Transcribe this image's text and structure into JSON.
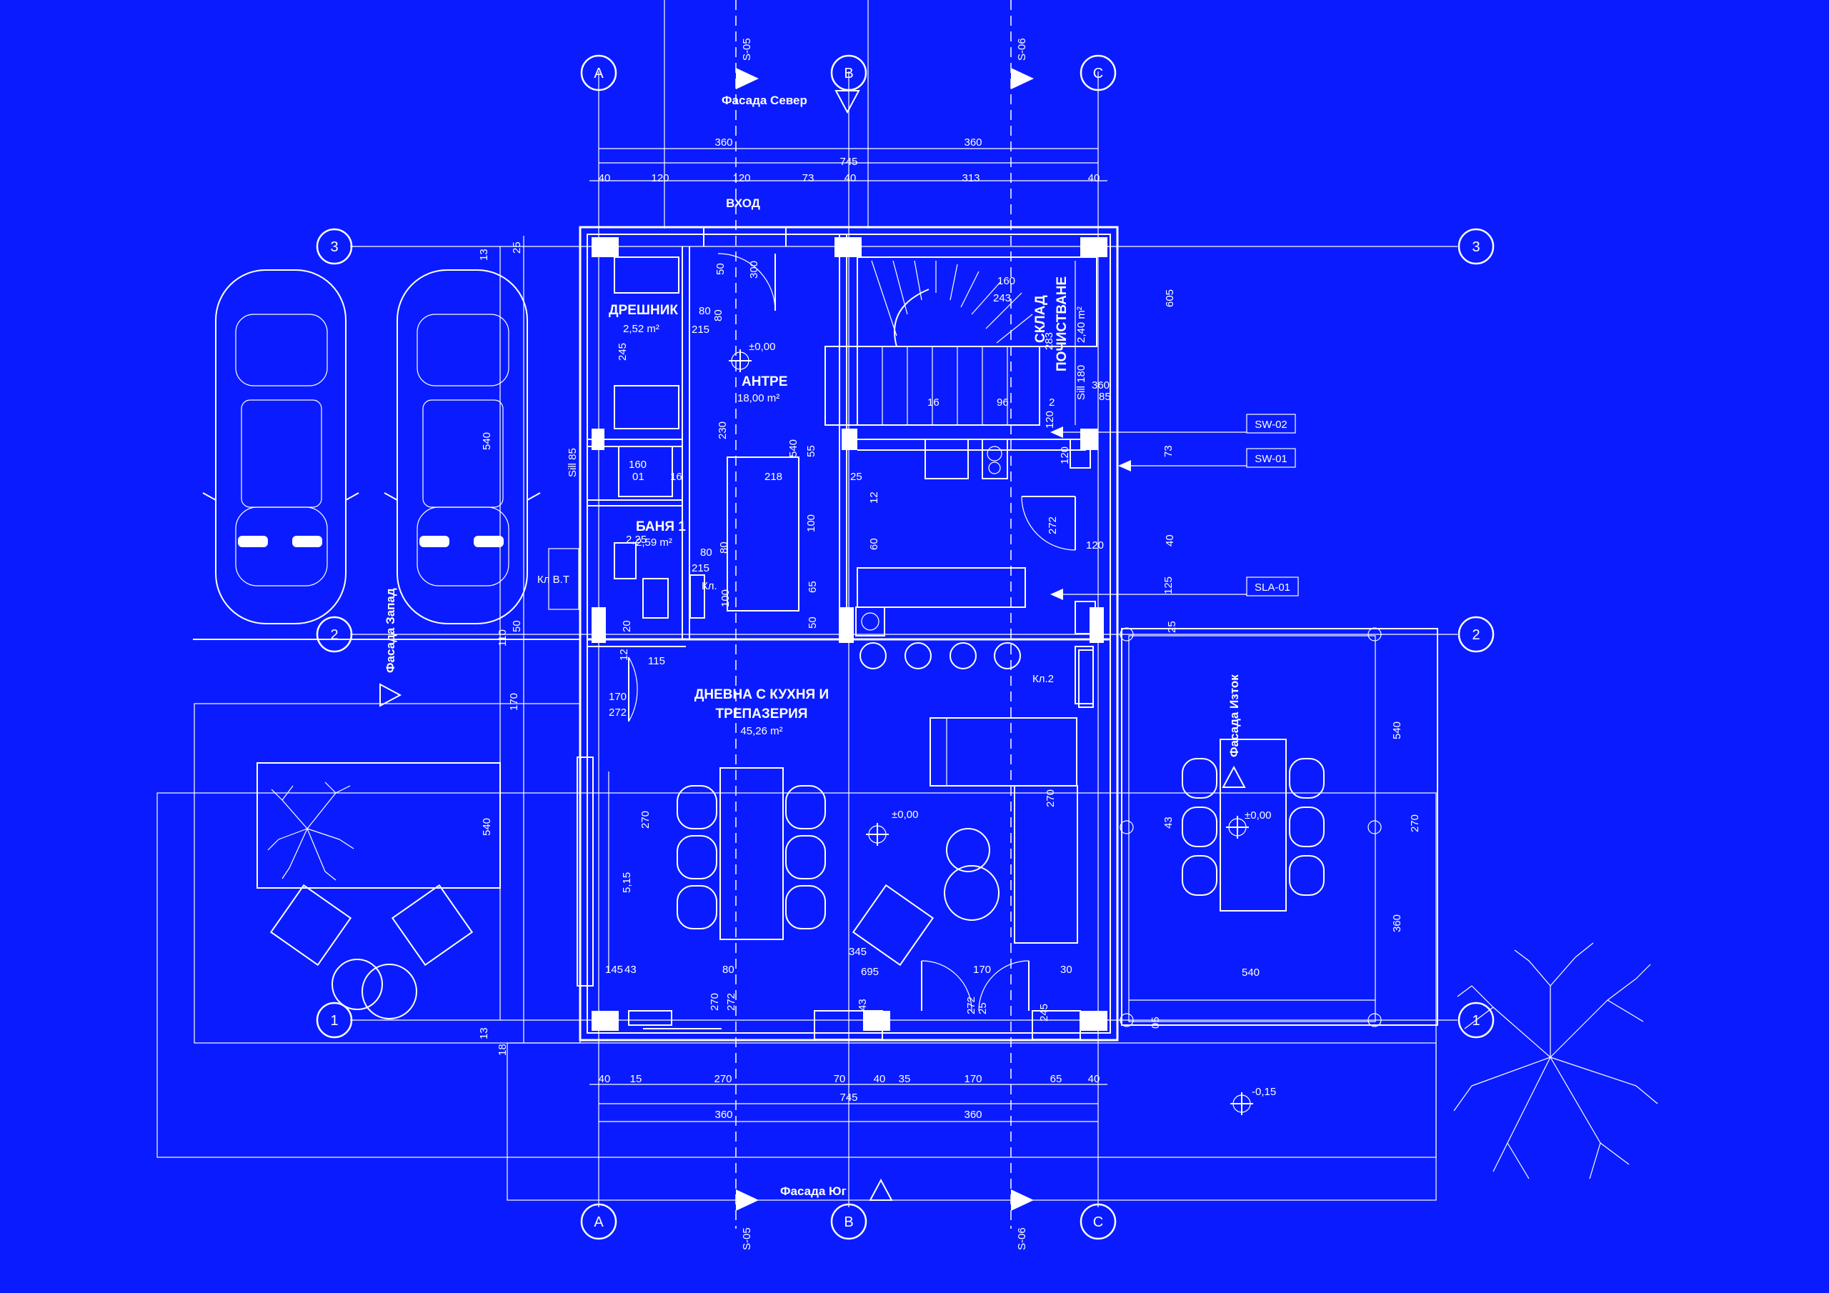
{
  "colors": {
    "background": "#0a1cff",
    "lines": "#ffffff"
  },
  "grid": {
    "letters": [
      "A",
      "B",
      "C"
    ],
    "numbers": [
      "3",
      "2",
      "1"
    ]
  },
  "sections": {
    "s05": "S-05",
    "s06": "S-06"
  },
  "facades": {
    "north": "Фасада Север",
    "south": "Фасада Юг",
    "west": "Фасада Запад",
    "east": "Фасада Изток"
  },
  "entrance": "ВХОД",
  "rooms": {
    "closet": {
      "name": "ДРЕШНИК",
      "area": "2,52 m²"
    },
    "hall": {
      "name": "АНТРЕ",
      "area": "18,00 m²"
    },
    "bath": {
      "name": "БАНЯ 1",
      "area": "2,59 m²"
    },
    "living": {
      "name1": "ДНЕВНА С КУХНЯ И",
      "name2": "ТРЕПАЗЕРИЯ",
      "area": "45,26 m²"
    },
    "storage": {
      "name1": "СКЛАД",
      "name2": "ПОЧИСТВАНЕ",
      "area": "2,40 m²"
    }
  },
  "levels": {
    "zero1": "±0,00",
    "zero2": "±0,00",
    "zero3": "±0,00",
    "outside": "-0,15"
  },
  "tags": {
    "sw02": "SW-02",
    "sw01": "SW-01",
    "sla01": "SLA-01",
    "kl2": "Кл.2",
    "kl": "Кл.",
    "klvt": "Кл В.Т",
    "sill1": "Sill 85",
    "sill2": "Sill 180"
  },
  "dims": {
    "top1": [
      "360",
      "360"
    ],
    "top_total": "745",
    "top2": [
      "40",
      "120",
      "120",
      "73",
      "40",
      "313",
      "40"
    ],
    "bottom1": [
      "40",
      "15",
      "270",
      "70",
      "40",
      "35",
      "170",
      "65",
      "40"
    ],
    "bottom_total": "745",
    "bottom2": [
      "360",
      "360"
    ],
    "left_outer": [
      "540",
      "540"
    ],
    "left_small": [
      "13",
      "25",
      "13",
      "18",
      "110",
      "50"
    ],
    "mid": [
      "50",
      "300",
      "80",
      "215",
      "245",
      "80",
      "160",
      "01",
      "16",
      "218",
      "25",
      "230",
      "55",
      "540",
      "100",
      "65",
      "50",
      "80",
      "215",
      "80",
      "100",
      "2,25",
      "20",
      "12",
      "115",
      "170",
      "272",
      "170",
      "270",
      "5,15",
      "345",
      "695",
      "145",
      "43",
      "30",
      "80",
      "270",
      "272",
      "170",
      "272",
      "25",
      "43",
      "245",
      "283",
      "12",
      "60",
      "160",
      "243",
      "16",
      "96",
      "2",
      "120",
      "360",
      "85",
      "73",
      "120",
      "272",
      "120",
      "40",
      "125",
      "605",
      "270",
      "540",
      "270",
      "360",
      "540",
      "43",
      "05",
      "25"
    ]
  }
}
